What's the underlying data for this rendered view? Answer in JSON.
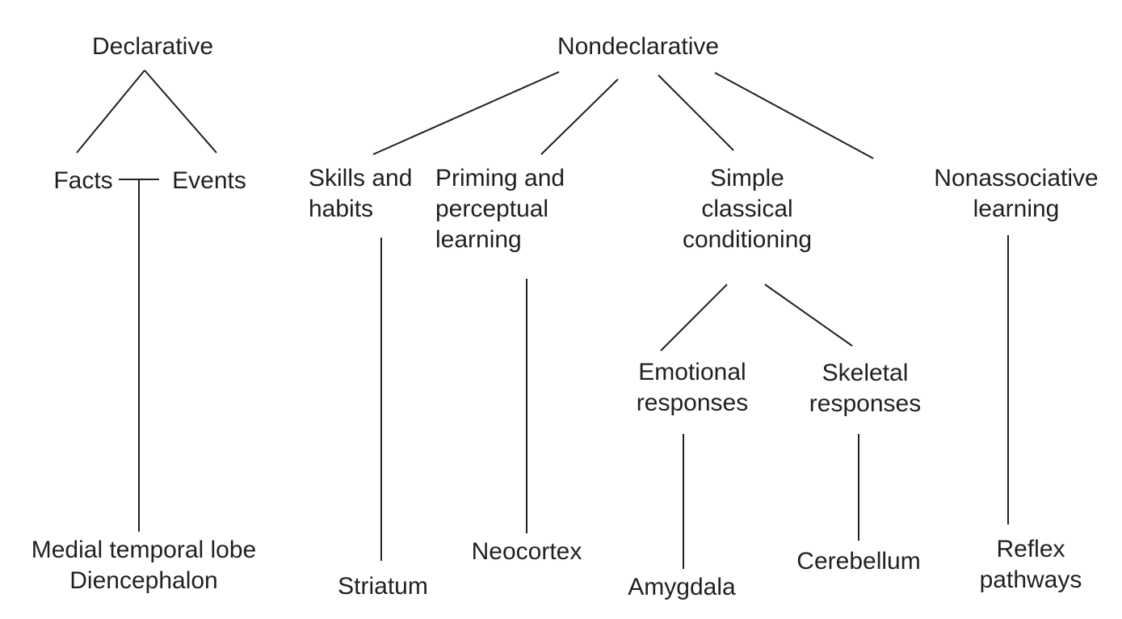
{
  "diagram": {
    "title": "Memory taxonomy",
    "colors": {
      "ink": "#231f20",
      "background": "#ffffff"
    },
    "nodes": {
      "declarative": {
        "lines": [
          "Declarative"
        ]
      },
      "facts": {
        "lines": [
          "Facts"
        ]
      },
      "events": {
        "lines": [
          "Events"
        ]
      },
      "mtl": {
        "lines": [
          "Medial temporal lobe",
          "Diencephalon"
        ]
      },
      "nondeclarative": {
        "lines": [
          "Nondeclarative"
        ]
      },
      "skills": {
        "lines": [
          "Skills and",
          "habits"
        ]
      },
      "striatum": {
        "lines": [
          "Striatum"
        ]
      },
      "priming": {
        "lines": [
          "Priming and",
          "perceptual",
          "learning"
        ]
      },
      "neocortex": {
        "lines": [
          "Neocortex"
        ]
      },
      "classical": {
        "lines": [
          "Simple",
          "classical",
          "conditioning"
        ]
      },
      "emotional": {
        "lines": [
          "Emotional",
          "responses"
        ]
      },
      "amygdala": {
        "lines": [
          "Amygdala"
        ]
      },
      "skeletal": {
        "lines": [
          "Skeletal",
          "responses"
        ]
      },
      "cerebellum": {
        "lines": [
          "Cerebellum"
        ]
      },
      "nonassociative": {
        "lines": [
          "Nonassociative",
          "learning"
        ]
      },
      "reflex": {
        "lines": [
          "Reflex",
          "pathways"
        ]
      }
    },
    "edges": [
      [
        "declarative",
        "facts"
      ],
      [
        "declarative",
        "events"
      ],
      [
        "facts",
        "events"
      ],
      [
        "facts-events",
        "mtl"
      ],
      [
        "nondeclarative",
        "skills"
      ],
      [
        "nondeclarative",
        "priming"
      ],
      [
        "nondeclarative",
        "classical"
      ],
      [
        "nondeclarative",
        "nonassociative"
      ],
      [
        "skills",
        "striatum"
      ],
      [
        "priming",
        "neocortex"
      ],
      [
        "classical",
        "emotional"
      ],
      [
        "classical",
        "skeletal"
      ],
      [
        "emotional",
        "amygdala"
      ],
      [
        "skeletal",
        "cerebellum"
      ],
      [
        "nonassociative",
        "reflex"
      ]
    ]
  }
}
